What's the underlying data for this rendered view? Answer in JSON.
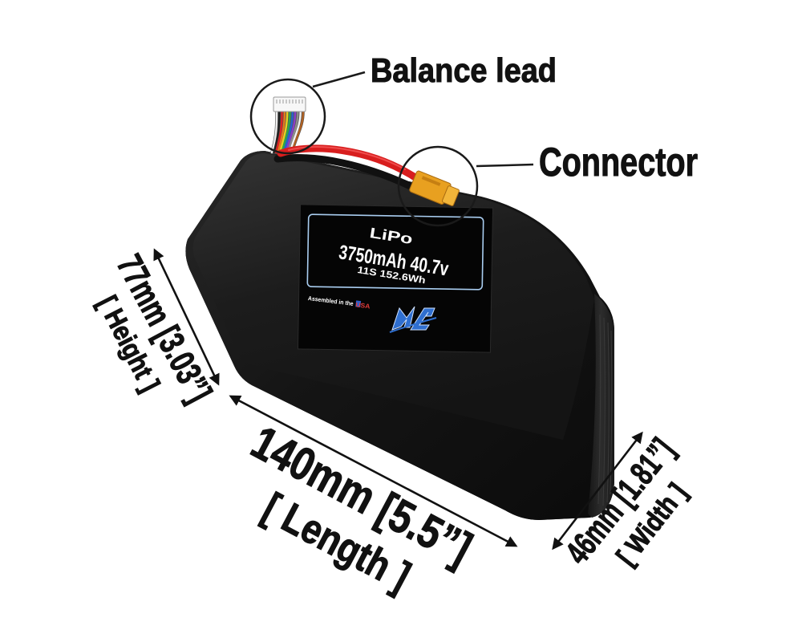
{
  "callouts": {
    "balance_lead": "Balance lead",
    "connector": "Connector"
  },
  "battery_label": {
    "chemistry": "LiPo",
    "capacity_voltage": "3750mAh 40.7v",
    "cells_energy": "11S 152.6Wh",
    "assembled": "Assembled in the",
    "country": "USA"
  },
  "dimensions": {
    "height": {
      "value": "77mm [3.03”]",
      "label": "[ Height ]"
    },
    "length": {
      "value": "140mm [5.5”]",
      "label": "[ Length ]"
    },
    "width": {
      "value": "46mm [1.81”]",
      "label": "[ Width ]"
    }
  },
  "colors": {
    "background": "#ffffff",
    "battery": "#141414",
    "label_frame": "#a9cdf0",
    "xt60_connector": "#e8a020",
    "power_wire_red": "#d81e1e",
    "annotation_text": "#111111"
  }
}
